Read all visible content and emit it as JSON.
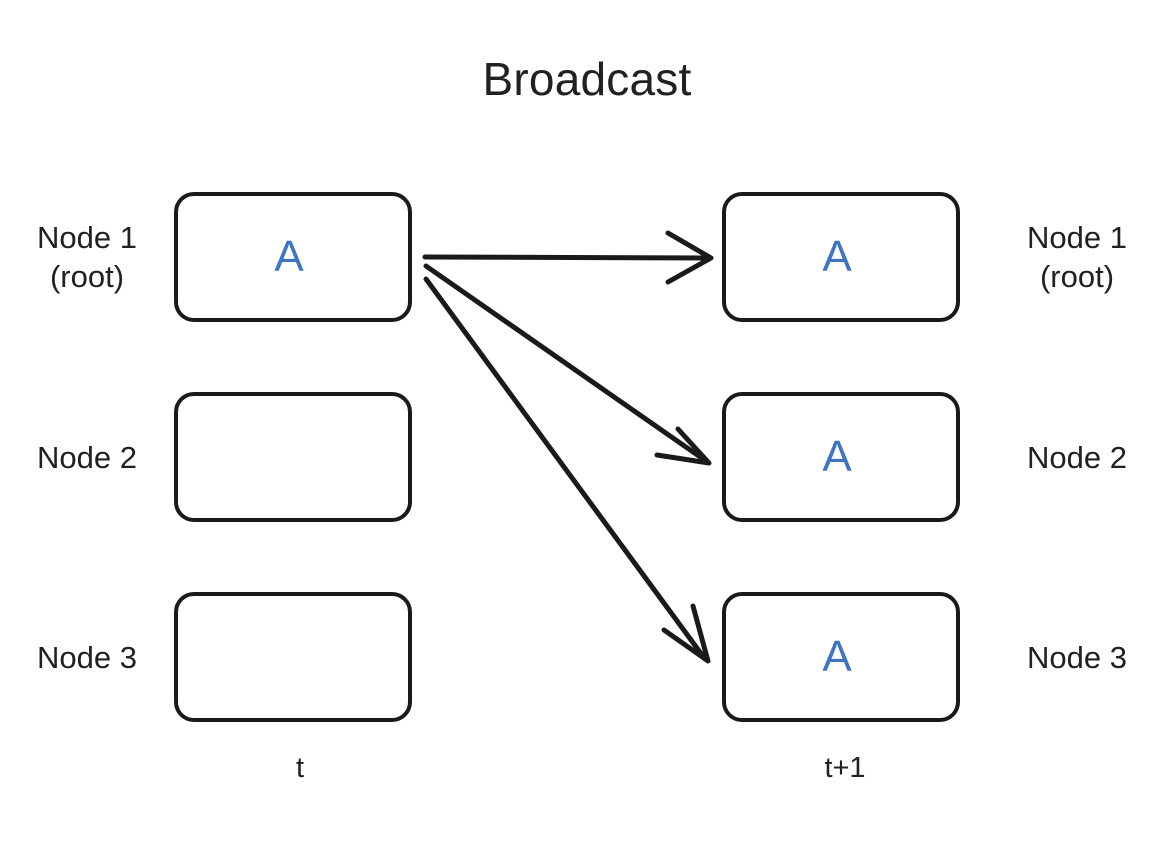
{
  "diagram": {
    "title": "Broadcast",
    "background_color": "#ffffff",
    "stroke_color": "#1a1a1a",
    "text_color": "#212121",
    "payload_color": "#3d74c4",
    "columns": [
      {
        "id": "t",
        "time_label": "t"
      },
      {
        "id": "t1",
        "time_label": "t+1"
      }
    ],
    "left_column": {
      "time_label": "t",
      "nodes": [
        {
          "label": "Node 1\n(root)",
          "payload": "A"
        },
        {
          "label": "Node 2",
          "payload": ""
        },
        {
          "label": "Node 3",
          "payload": ""
        }
      ]
    },
    "right_column": {
      "time_label": "t+1",
      "nodes": [
        {
          "label": "Node 1\n(root)",
          "payload": "A"
        },
        {
          "label": "Node 2",
          "payload": "A"
        },
        {
          "label": "Node 3",
          "payload": "A"
        }
      ]
    },
    "arrows": [
      {
        "from": "left-node-1",
        "to": "right-node-1"
      },
      {
        "from": "left-node-1",
        "to": "right-node-2"
      },
      {
        "from": "left-node-1",
        "to": "right-node-3"
      }
    ]
  }
}
